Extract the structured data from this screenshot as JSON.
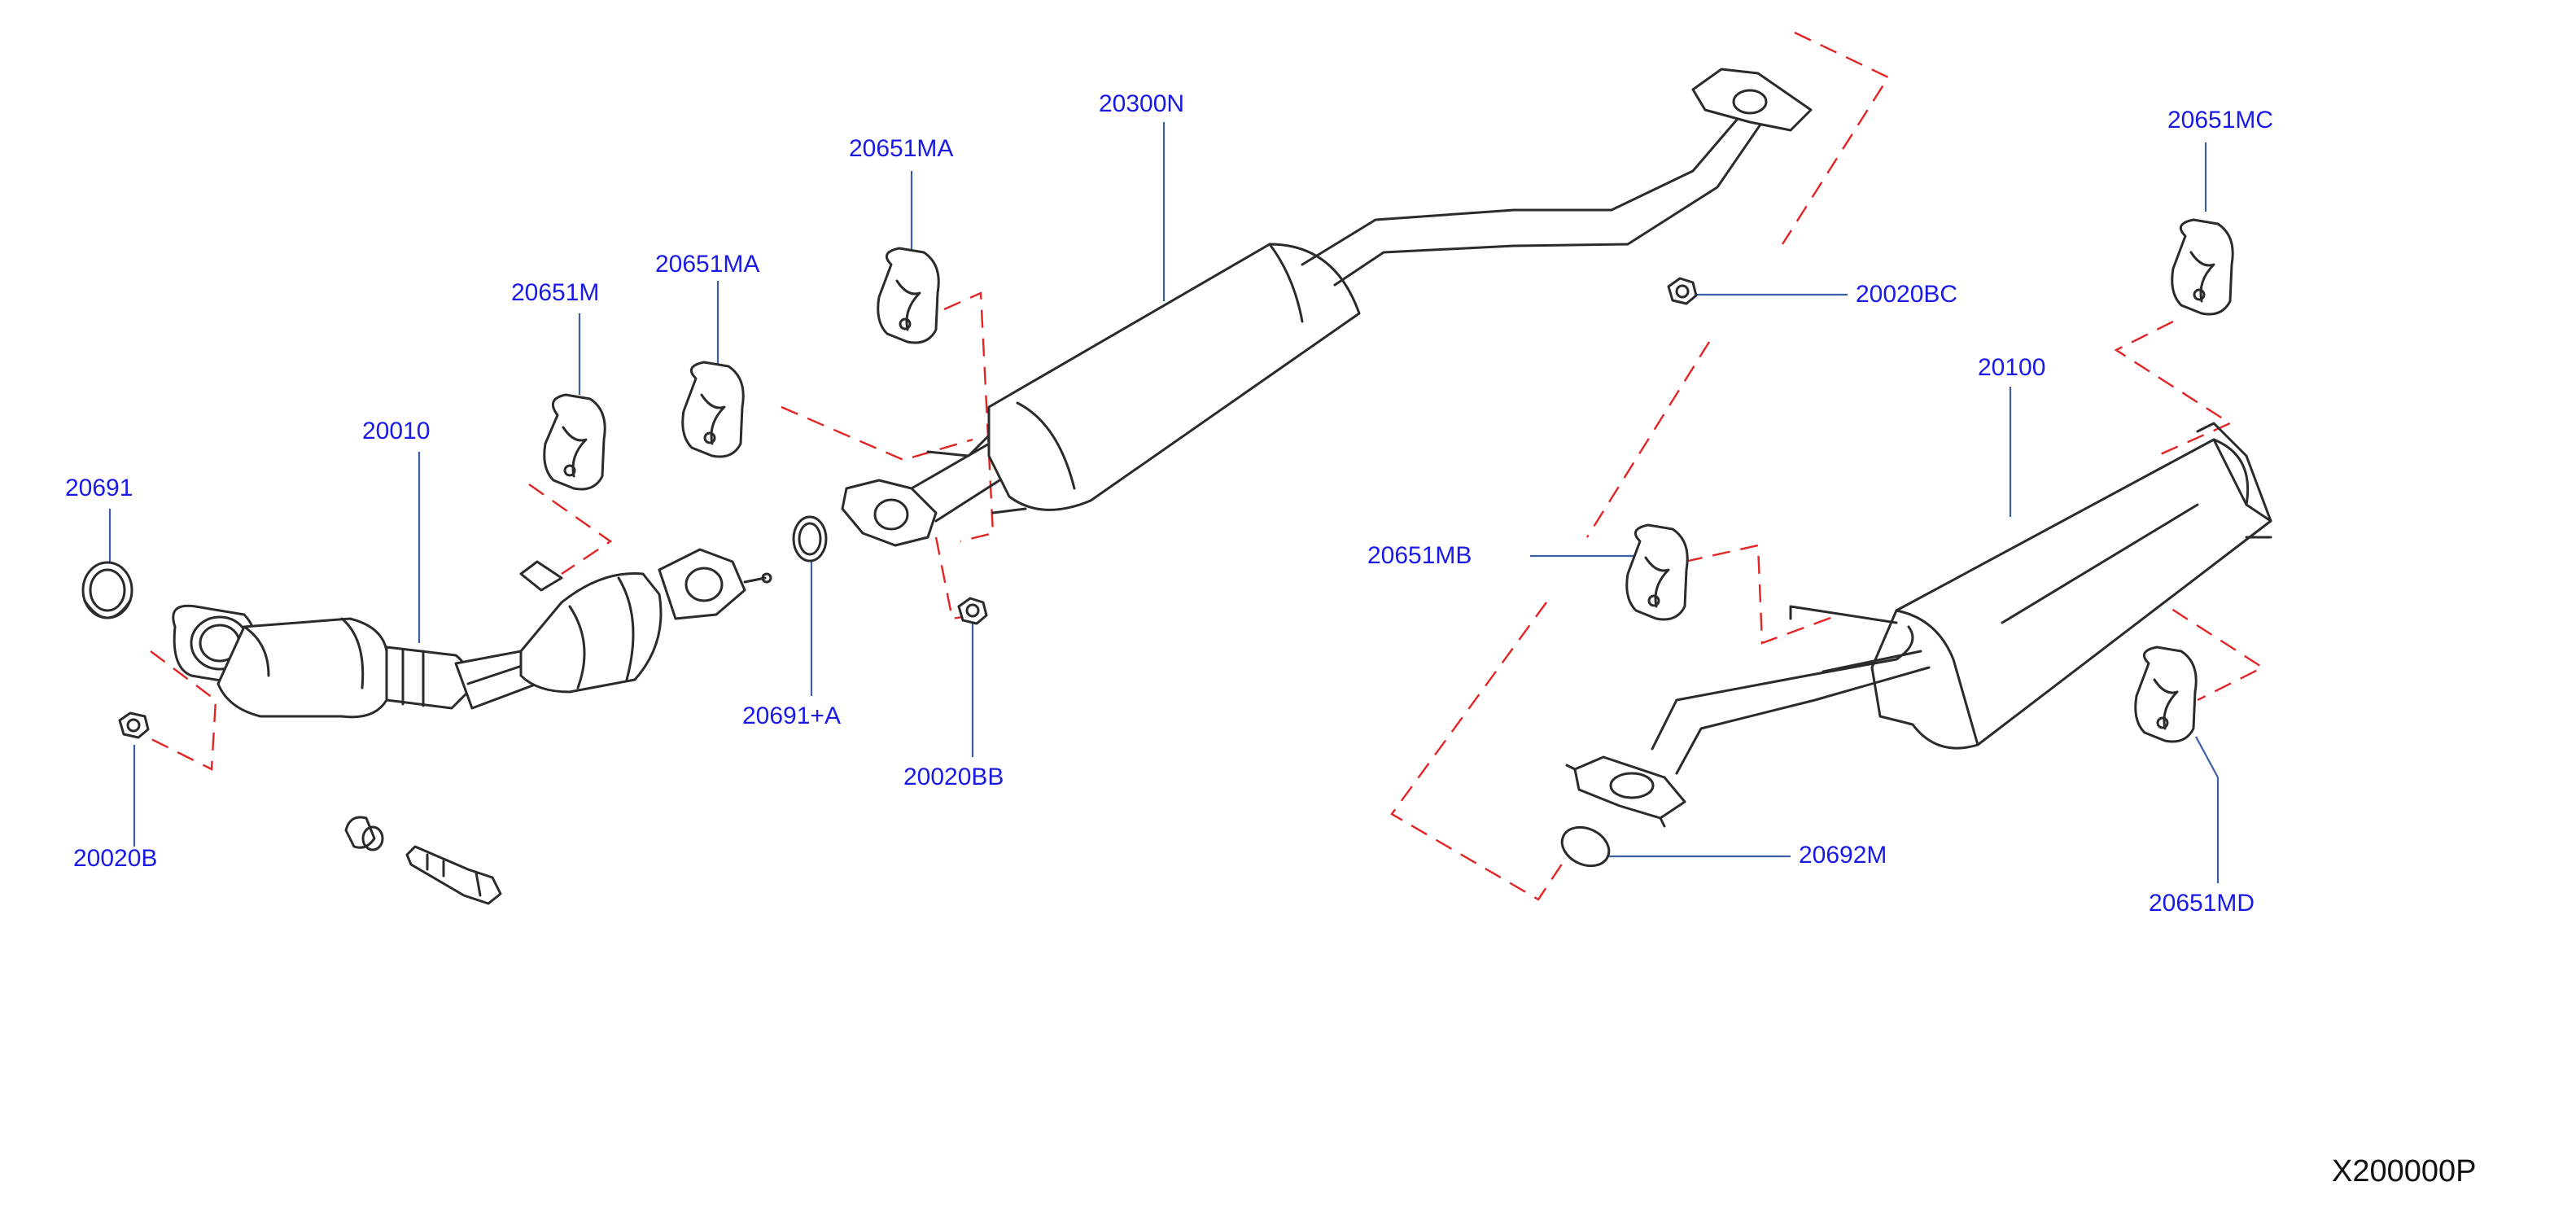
{
  "diagram_id": "X200000P",
  "callouts": {
    "c20691": "20691",
    "c20020B": "20020B",
    "c20010": "20010",
    "c20651M": "20651M",
    "c20651MA_1": "20651MA",
    "c20651MA_2": "20651MA",
    "c20300N": "20300N",
    "c20691A": "20691+A",
    "c20020BB": "20020BB",
    "c20020BC": "20020BC",
    "c20651MC": "20651MC",
    "c20100": "20100",
    "c20651MB": "20651MB",
    "c20692M": "20692M",
    "c20651MD": "20651MD"
  },
  "colors": {
    "callout_text": "#1a1ae6",
    "leader_line": "#3a5ea8",
    "hidden_line": "#e32424",
    "part_outline": "#2b2b2b"
  }
}
